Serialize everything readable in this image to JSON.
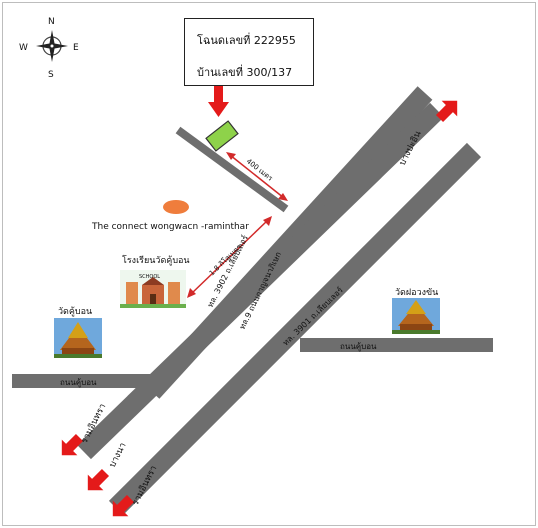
{
  "compass": {
    "n": "N",
    "s": "S",
    "e": "E",
    "w": "W"
  },
  "info_box": {
    "deed_line": "โฉนดเลขที่ 222955",
    "house_line": "บ้านเลขที่ 300/137"
  },
  "landmarks": {
    "the_connect": "The connect wongwacn -raminthar",
    "school": "โรงเรียนวัดคู้บอน",
    "school_sign": "SCHOOL",
    "wat_khubon": "วัดคู้บอน",
    "wat_fai": "วัดฝอวงขัน"
  },
  "distances": {
    "lane": "400 เมตร",
    "highway": "1.8 กิโลเมตร"
  },
  "roads": {
    "ho_3902": "ทล. 3902 ถ.เลียบเลอร์",
    "ho_9": "ทล.9 ถนนกาญจนาภิเษก",
    "ho_3901": "ทล. 3901 ถ.เลียบเลอร์",
    "khubon_left": "ถนนคู้บอน",
    "khubon_right": "ถนนคู้บอน",
    "bang_pa_in": "บางปะอิน",
    "ram_inthra_1": "รามอินทรา",
    "bang_na": "บางนา",
    "ram_inthra_2": "รามอินทรา"
  },
  "colors": {
    "road": "#6e6e6e",
    "arrow": "#e41a1a",
    "plot": "#8ed24a",
    "marker": "#ef7d3c",
    "distance": "#d22a2a"
  }
}
